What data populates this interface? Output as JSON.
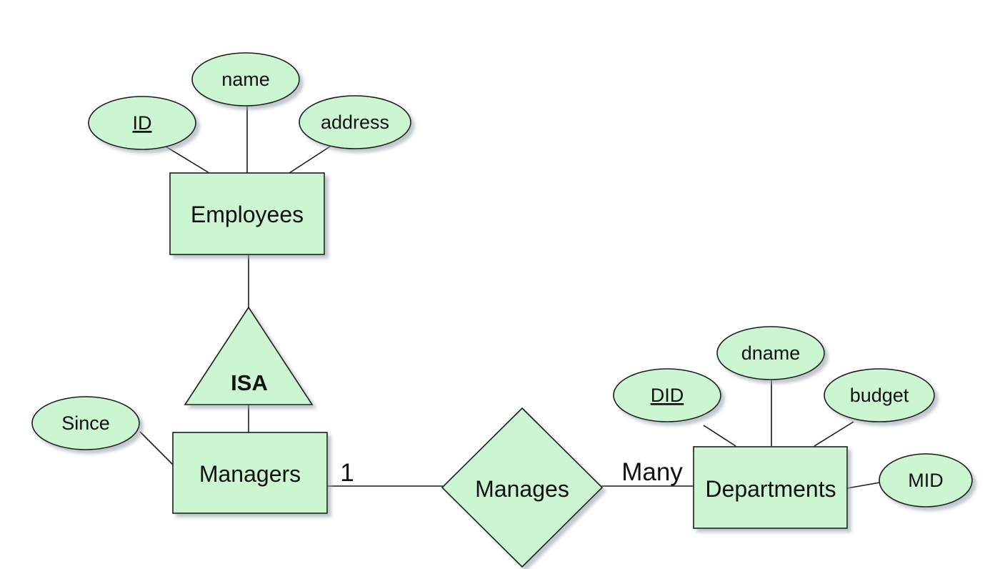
{
  "colors": {
    "fill": "#ccf5d1",
    "stroke": "#1a1a1a",
    "shadow": "#b8bfc8"
  },
  "entities": {
    "employees": "Employees",
    "managers": "Managers",
    "departments": "Departments"
  },
  "relationship": {
    "manages": "Manages"
  },
  "isa": "ISA",
  "attributes": {
    "id": "ID",
    "name": "name",
    "address": "address",
    "since": "Since",
    "did": "DID",
    "dname": "dname",
    "budget": "budget",
    "mid": "MID"
  },
  "cardinality": {
    "managers_side": "1",
    "departments_side": "Many"
  }
}
